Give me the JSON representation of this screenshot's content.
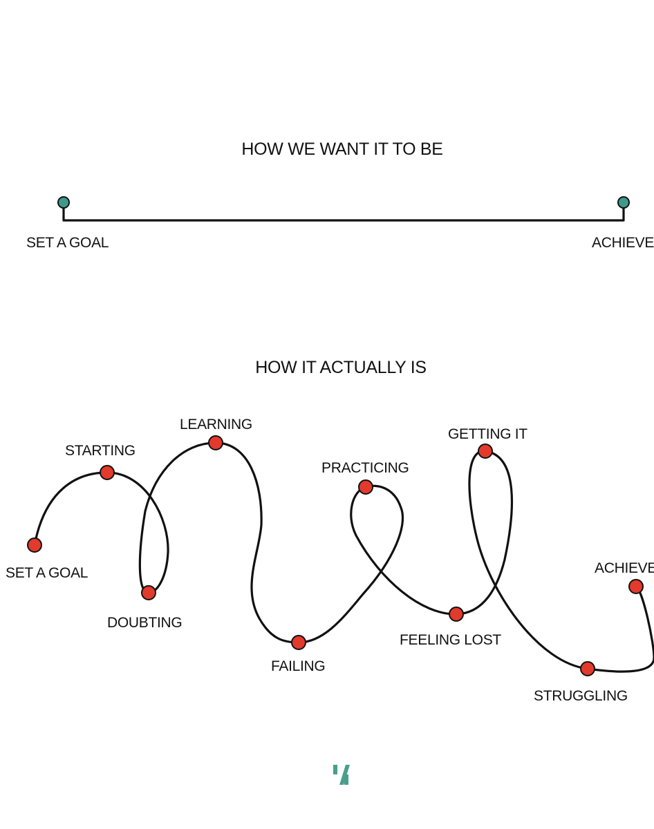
{
  "ideal": {
    "title": "HOW WE WANT IT TO BE",
    "start_label": "SET A GOAL",
    "end_label": "ACHIEVE",
    "node_color": "#3f9a89"
  },
  "actual": {
    "title": "HOW IT ACTUALLY IS",
    "node_color": "#e23a2c",
    "stages": [
      "SET A GOAL",
      "STARTING",
      "DOUBTING",
      "LEARNING",
      "FAILING",
      "PRACTICING",
      "FEELING LOST",
      "GETTING IT",
      "STRUGGLING",
      "ACHIEVE"
    ]
  },
  "logo": {
    "icon": "brand-logo-icon",
    "color": "#4a9e8c"
  }
}
